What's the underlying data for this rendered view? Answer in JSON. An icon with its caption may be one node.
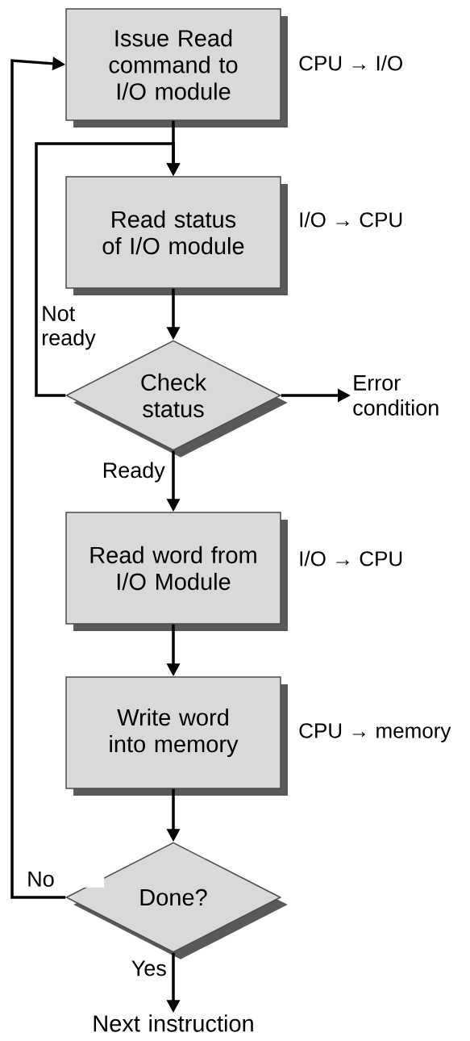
{
  "diagram": {
    "nodes": [
      {
        "text": [
          "Issue Read command to I/O module"
        ],
        "beside": [
          "CPU → I/O"
        ]
      },
      {
        "text": [
          "Read status of I/O module"
        ],
        "beside": [
          "I/O → CPU"
        ]
      },
      {
        "text": [
          "Check status"
        ]
      },
      {
        "text": [
          "Error condition"
        ]
      },
      {
        "text": [
          "Read word from I/O Module"
        ],
        "beside": [
          "I/O → CPU"
        ]
      },
      {
        "text": [
          "Write word into memory"
        ],
        "beside": [
          "CPU → memory"
        ]
      },
      {
        "text": [
          "Done?"
        ]
      },
      {
        "text": [
          "Next instruction"
        ]
      }
    ],
    "edges": [
      {
        "from": 0,
        "to": 1,
        "arrow": "to"
      },
      {
        "from": 1,
        "to": 2,
        "arrow": "to"
      },
      {
        "from": 2,
        "to": 1,
        "arrow": "to",
        "label": "Not ready"
      },
      {
        "from": 2,
        "to": 3,
        "arrow": "to"
      },
      {
        "from": 2,
        "to": 4,
        "arrow": "to",
        "label": "Ready"
      },
      {
        "from": 4,
        "to": 5,
        "arrow": "to"
      },
      {
        "from": 5,
        "to": 6,
        "arrow": "to"
      },
      {
        "from": 6,
        "to": 0,
        "arrow": "to",
        "label": "No"
      },
      {
        "from": 6,
        "to": 7,
        "arrow": "to",
        "label": "Yes"
      }
    ]
  }
}
